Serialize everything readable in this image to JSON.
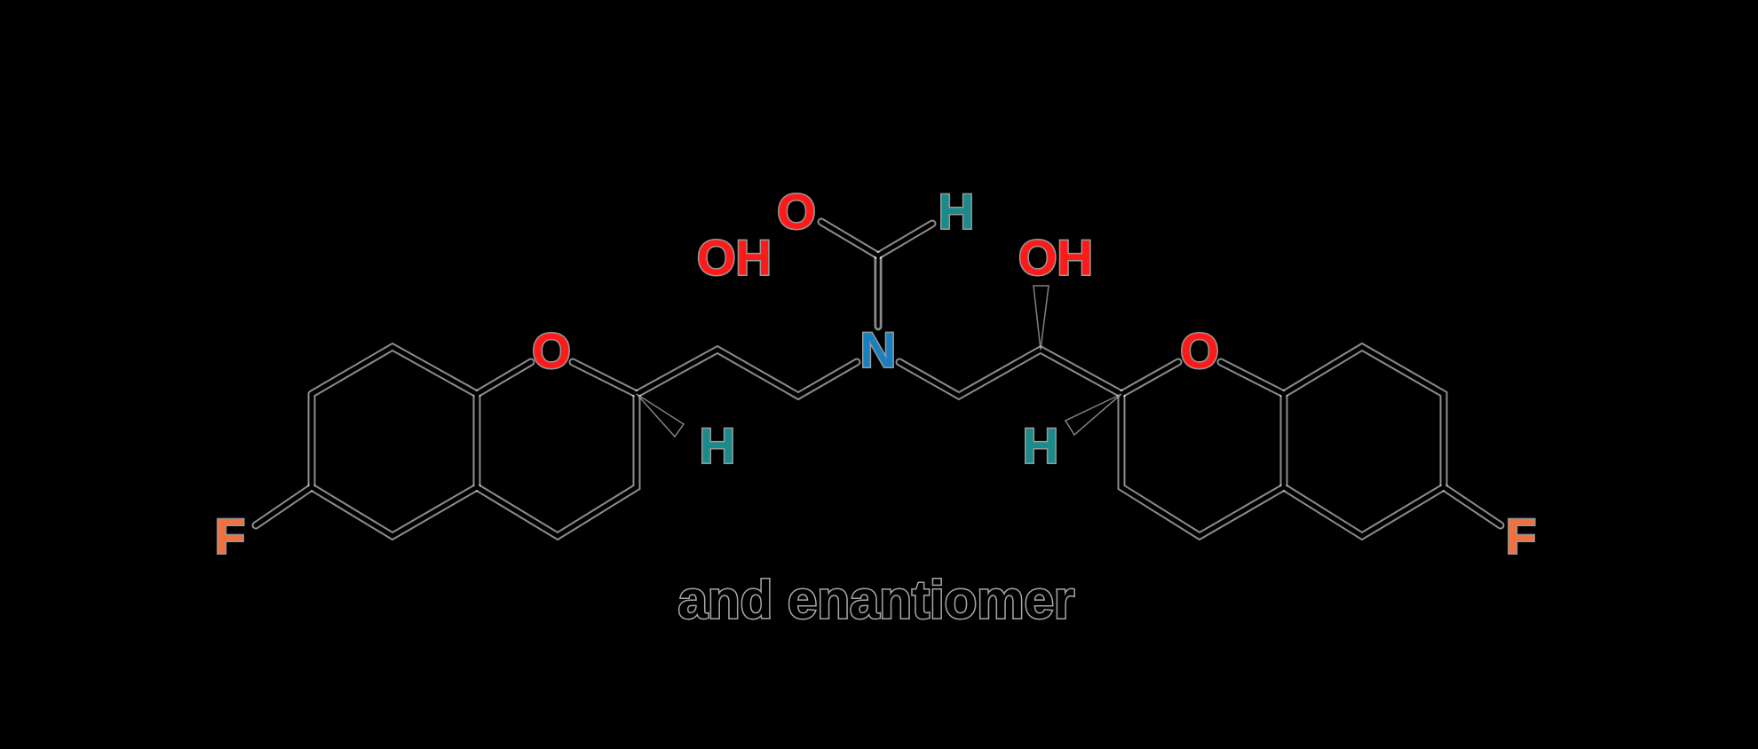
{
  "diagram": {
    "type": "chemical-structure",
    "caption": "and enantiomer",
    "colors": {
      "background": "#000000",
      "bond": "#000000",
      "oxygen": "#ff1a1a",
      "nitrogen": "#1a7fbf",
      "hydrogen": "#1a8a8a",
      "fluorine": "#f07040"
    },
    "atoms": {
      "f_left": "F",
      "o_ring_left": "O",
      "oh_left": "OH",
      "h_left": "H",
      "n_center": "N",
      "o_formyl": "O",
      "h_formyl": "H",
      "oh_right": "OH",
      "h_right": "H",
      "o_ring_right": "O",
      "f_right": "F"
    }
  }
}
